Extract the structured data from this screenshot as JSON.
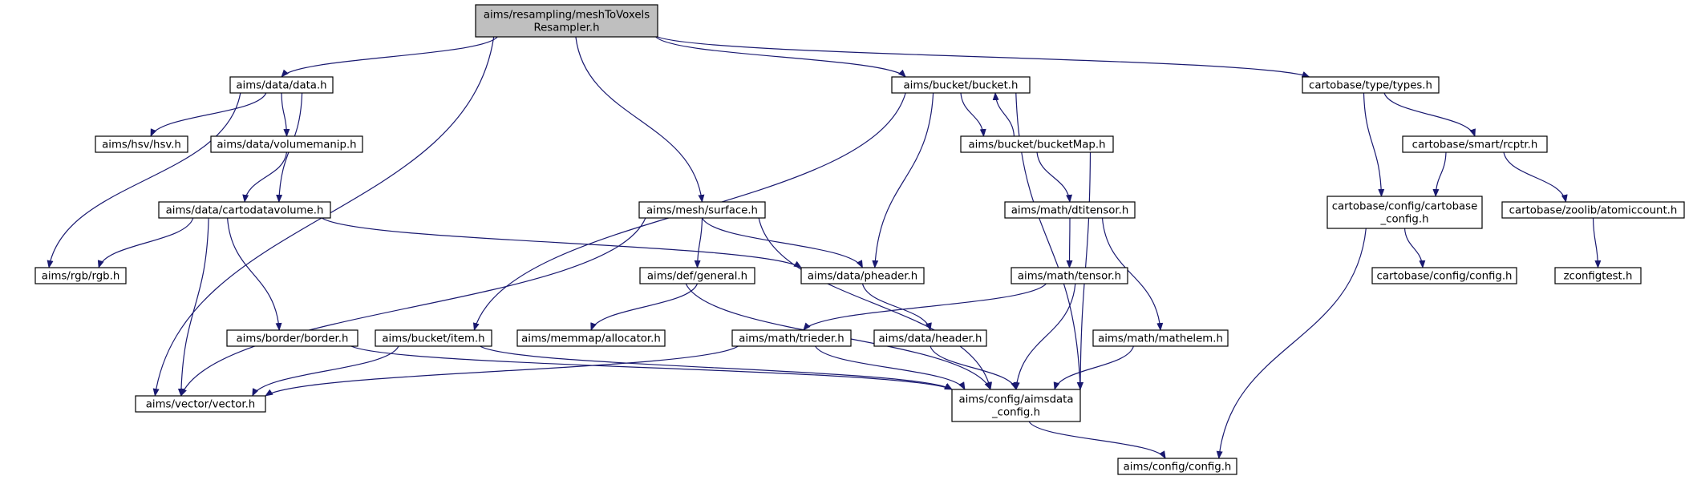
{
  "graph": {
    "colors": {
      "edge": "#191970",
      "root_fill": "#bfbfbf",
      "node_fill": "#ffffff",
      "node_stroke": "#000000"
    },
    "nodes": [
      {
        "id": "root",
        "lines": [
          "aims/resampling/meshToVoxels",
          "Resampler.h"
        ],
        "root": true
      },
      {
        "id": "data",
        "lines": [
          "aims/data/data.h"
        ]
      },
      {
        "id": "hsv",
        "lines": [
          "aims/hsv/hsv.h"
        ]
      },
      {
        "id": "volumemanip",
        "lines": [
          "aims/data/volumemanip.h"
        ]
      },
      {
        "id": "cartodatavolume",
        "lines": [
          "aims/data/cartodatavolume.h"
        ]
      },
      {
        "id": "rgb",
        "lines": [
          "aims/rgb/rgb.h"
        ]
      },
      {
        "id": "border",
        "lines": [
          "aims/border/border.h"
        ]
      },
      {
        "id": "vector",
        "lines": [
          "aims/vector/vector.h"
        ]
      },
      {
        "id": "surface",
        "lines": [
          "aims/mesh/surface.h"
        ]
      },
      {
        "id": "general",
        "lines": [
          "aims/def/general.h"
        ]
      },
      {
        "id": "allocator",
        "lines": [
          "aims/memmap/allocator.h"
        ]
      },
      {
        "id": "pheader",
        "lines": [
          "aims/data/pheader.h"
        ]
      },
      {
        "id": "header",
        "lines": [
          "aims/data/header.h"
        ]
      },
      {
        "id": "item",
        "lines": [
          "aims/bucket/item.h"
        ]
      },
      {
        "id": "bucket",
        "lines": [
          "aims/bucket/bucket.h"
        ]
      },
      {
        "id": "bucketmap",
        "lines": [
          "aims/bucket/bucketMap.h"
        ]
      },
      {
        "id": "dtitensor",
        "lines": [
          "aims/math/dtitensor.h"
        ]
      },
      {
        "id": "tensor",
        "lines": [
          "aims/math/tensor.h"
        ]
      },
      {
        "id": "trieder",
        "lines": [
          "aims/math/trieder.h"
        ]
      },
      {
        "id": "mathelem",
        "lines": [
          "aims/math/mathelem.h"
        ]
      },
      {
        "id": "aimsdata_config",
        "lines": [
          "aims/config/aimsdata",
          "_config.h"
        ]
      },
      {
        "id": "config",
        "lines": [
          "aims/config/config.h"
        ]
      },
      {
        "id": "types",
        "lines": [
          "cartobase/type/types.h"
        ]
      },
      {
        "id": "rcptr",
        "lines": [
          "cartobase/smart/rcptr.h"
        ]
      },
      {
        "id": "cartobase_config",
        "lines": [
          "cartobase/config/cartobase",
          "_config.h"
        ]
      },
      {
        "id": "cb_config",
        "lines": [
          "cartobase/config/config.h"
        ]
      },
      {
        "id": "atomiccount",
        "lines": [
          "cartobase/zoolib/atomiccount.h"
        ]
      },
      {
        "id": "zconfigtest",
        "lines": [
          "zconfigtest.h"
        ]
      }
    ],
    "edges": [
      [
        "root",
        "data"
      ],
      [
        "root",
        "vector"
      ],
      [
        "root",
        "surface"
      ],
      [
        "root",
        "bucket"
      ],
      [
        "root",
        "types"
      ],
      [
        "data",
        "hsv"
      ],
      [
        "data",
        "volumemanip"
      ],
      [
        "data",
        "cartodatavolume"
      ],
      [
        "data",
        "rgb"
      ],
      [
        "volumemanip",
        "cartodatavolume"
      ],
      [
        "cartodatavolume",
        "rgb"
      ],
      [
        "cartodatavolume",
        "border"
      ],
      [
        "cartodatavolume",
        "vector"
      ],
      [
        "cartodatavolume",
        "pheader"
      ],
      [
        "surface",
        "vector"
      ],
      [
        "surface",
        "general"
      ],
      [
        "surface",
        "pheader"
      ],
      [
        "surface",
        "aimsdata_config"
      ],
      [
        "general",
        "allocator"
      ],
      [
        "general",
        "aimsdata_config"
      ],
      [
        "pheader",
        "header"
      ],
      [
        "header",
        "aimsdata_config"
      ],
      [
        "border",
        "aimsdata_config"
      ],
      [
        "item",
        "vector"
      ],
      [
        "item",
        "aimsdata_config"
      ],
      [
        "bucket",
        "item"
      ],
      [
        "bucket",
        "pheader"
      ],
      [
        "bucket",
        "bucketmap"
      ],
      [
        "bucket",
        "aimsdata_config"
      ],
      [
        "bucketmap",
        "bucket"
      ],
      [
        "bucketmap",
        "dtitensor"
      ],
      [
        "bucketmap",
        "aimsdata_config"
      ],
      [
        "dtitensor",
        "tensor"
      ],
      [
        "dtitensor",
        "mathelem"
      ],
      [
        "tensor",
        "trieder"
      ],
      [
        "tensor",
        "aimsdata_config"
      ],
      [
        "trieder",
        "vector"
      ],
      [
        "trieder",
        "aimsdata_config"
      ],
      [
        "mathelem",
        "aimsdata_config"
      ],
      [
        "aimsdata_config",
        "config"
      ],
      [
        "types",
        "rcptr"
      ],
      [
        "types",
        "cartobase_config"
      ],
      [
        "rcptr",
        "cartobase_config"
      ],
      [
        "rcptr",
        "atomiccount"
      ],
      [
        "cartobase_config",
        "cb_config"
      ],
      [
        "cartobase_config",
        "config"
      ],
      [
        "atomiccount",
        "zconfigtest"
      ]
    ]
  }
}
